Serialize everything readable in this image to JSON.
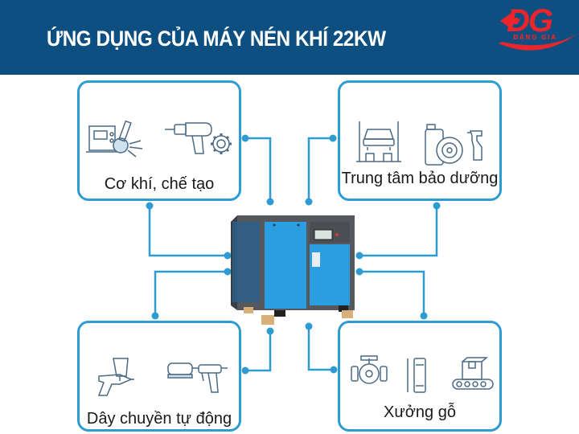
{
  "header": {
    "title": "ỨNG DỤNG CỦA MÁY NÉN KHÍ 22KW",
    "background_color": "#0d4f80",
    "logo": {
      "mark": "ĐG",
      "name": "ĐẶNG GIA",
      "color": "#e8262c"
    }
  },
  "diagram": {
    "accent_color": "#2e9bd2",
    "center": {
      "label": "",
      "icon": "screw-air-compressor-22kw"
    },
    "applications": [
      {
        "position": "top-left",
        "label": "Cơ khí, chế tạo",
        "icons": [
          "cutting-machine-icon",
          "impact-wrench-icon",
          "gear-icon"
        ]
      },
      {
        "position": "top-right",
        "label": "Trung tâm bảo dưỡng",
        "icons": [
          "car-lift-icon",
          "gas-cylinder-tire-icon",
          "spray-bottle-icon"
        ]
      },
      {
        "position": "bottom-left",
        "label": "Dây chuyền tự động",
        "icons": [
          "spray-gun-icon",
          "air-sander-icon"
        ]
      },
      {
        "position": "bottom-right",
        "label": "Xưởng gỗ",
        "icons": [
          "valve-icon",
          "pneumatic-cylinder-icon",
          "conveyor-icon"
        ]
      }
    ]
  }
}
